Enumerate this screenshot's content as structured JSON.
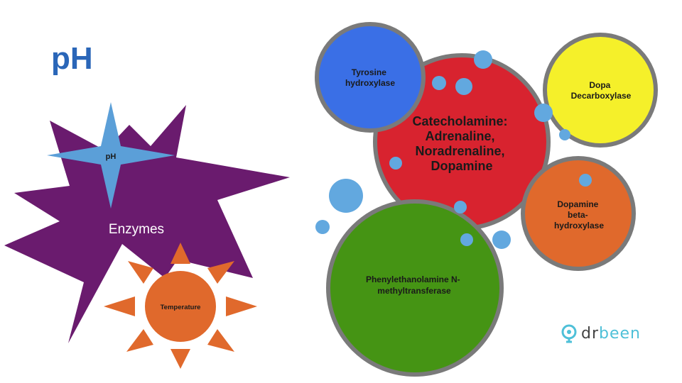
{
  "slide": {
    "title": "pH"
  },
  "enzymes_diagram": {
    "center_label": "Enzymes",
    "ph_star_label": "pH",
    "sun_label": "Temperature"
  },
  "bubbles": {
    "center": [
      "Catecholamine:",
      "Adrenaline,",
      "Noradrenaline,",
      "Dopamine"
    ],
    "tyrosine": [
      "Tyrosine",
      "hydroxylase"
    ],
    "dopa": [
      "Dopa",
      "Decarboxylase"
    ],
    "dopamine_beta": [
      "Dopamine",
      "beta-",
      "hydroxylase"
    ],
    "pnmt": [
      "Phenylethanolamine N-",
      "methyltransferase"
    ]
  },
  "logo": {
    "dr": "dr",
    "been": "been"
  },
  "colors": {
    "title_blue": "#2a66b8",
    "enzyme_purple": "#6a1b6e",
    "ph_star_blue": "#5b9fd8",
    "sun_orange": "#e0692c",
    "center_red": "#d8232f",
    "tyrosine_blue": "#3a6fe6",
    "dopa_yellow": "#f5f02a",
    "dopamine_beta_orange": "#e0692c",
    "pnmt_green": "#459414",
    "ring_gray": "#7a7a7a",
    "small_bubble_blue": "#62a8df",
    "logo_cyan": "#4ec0d8"
  }
}
